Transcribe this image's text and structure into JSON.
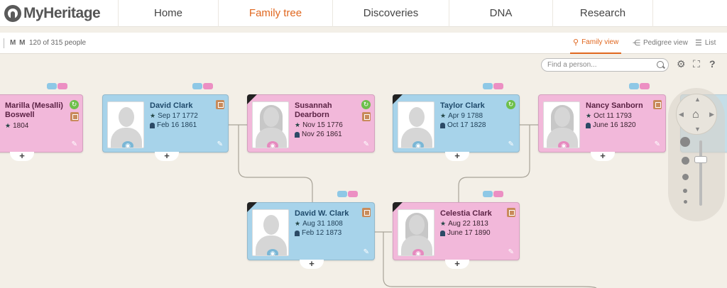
{
  "brand": {
    "name": "MyHeritage"
  },
  "nav": {
    "tabs": [
      {
        "label": "Home",
        "active": false
      },
      {
        "label": "Family tree",
        "active": true
      },
      {
        "label": "Discoveries",
        "active": false
      },
      {
        "label": "DNA",
        "active": false
      },
      {
        "label": "Research",
        "active": false
      }
    ]
  },
  "subbar": {
    "initials": "M M",
    "people_count": "120 of 315 people",
    "views": [
      {
        "label": "Family view",
        "icon": "family-view-icon",
        "active": true
      },
      {
        "label": "Pedigree view",
        "icon": "pedigree-view-icon",
        "active": false
      },
      {
        "label": "List",
        "icon": "list-icon",
        "active": false
      }
    ]
  },
  "search": {
    "placeholder": "Find a person..."
  },
  "people": [
    {
      "id": "marilla",
      "name_line1": "Marilla (Mesalli)",
      "name_line2": "Boswell",
      "gender": "female",
      "birth": "1804",
      "death": "",
      "deceased": false
    },
    {
      "id": "david",
      "name_line1": "David Clark",
      "name_line2": "",
      "gender": "male",
      "birth": "Sep 17 1772",
      "death": "Feb 16 1861",
      "deceased": false
    },
    {
      "id": "susannah",
      "name_line1": "Susannah",
      "name_line2": "Dearborn",
      "gender": "female",
      "birth": "Nov 15 1776",
      "death": "Nov 26 1861",
      "deceased": true
    },
    {
      "id": "taylor",
      "name_line1": "Taylor Clark",
      "name_line2": "",
      "gender": "male",
      "birth": "Apr 9 1788",
      "death": "Oct 17 1828",
      "deceased": true
    },
    {
      "id": "nancy",
      "name_line1": "Nancy Sanborn",
      "name_line2": "",
      "gender": "female",
      "birth": "Oct 11 1793",
      "death": "June 16 1820",
      "deceased": false
    },
    {
      "id": "davidw",
      "name_line1": "David W. Clark",
      "name_line2": "",
      "gender": "male",
      "birth": "Aug 31 1808",
      "death": "Feb 12 1873",
      "deceased": true
    },
    {
      "id": "celestia",
      "name_line1": "Celestia Clark",
      "name_line2": "",
      "gender": "female",
      "birth": "Aug 22 1813",
      "death": "June 17 1890",
      "deceased": true
    }
  ],
  "colors": {
    "accent": "#e0671f",
    "male_card": "#a7d3ea",
    "female_card": "#f2b8da"
  }
}
